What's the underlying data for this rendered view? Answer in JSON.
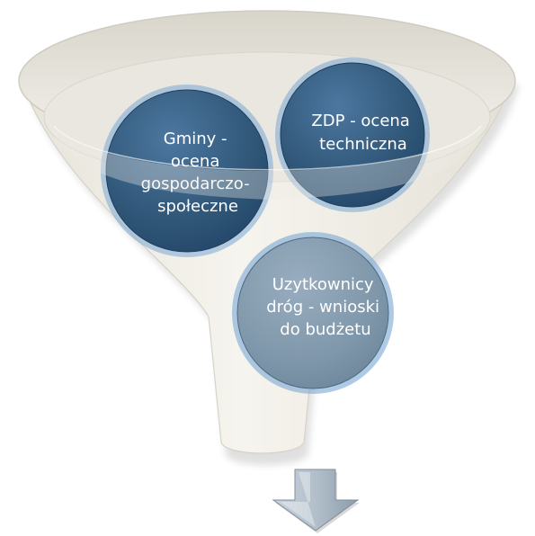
{
  "diagram": {
    "type": "funnel",
    "colors": {
      "bubble_dark": "#2f5677",
      "bubble_light": "#7f97aa",
      "bubble_ring": "#5d8fc3",
      "funnel_fill": "#f1efe8",
      "arrow": "#a9b7c4",
      "text": "#ffffff"
    },
    "bubbles": [
      {
        "id": "gminy",
        "lines": [
          "Gminy -",
          "ocena",
          "gospodarczo-",
          "społeczne"
        ]
      },
      {
        "id": "zdp",
        "lines": [
          "ZDP - ocena",
          "techniczna"
        ]
      },
      {
        "id": "uzytkownicy",
        "lines": [
          "Uzytkownicy",
          "dróg - wnioski",
          "do budżetu"
        ]
      }
    ],
    "output_arrow": {
      "icon": "down-arrow-icon"
    }
  }
}
